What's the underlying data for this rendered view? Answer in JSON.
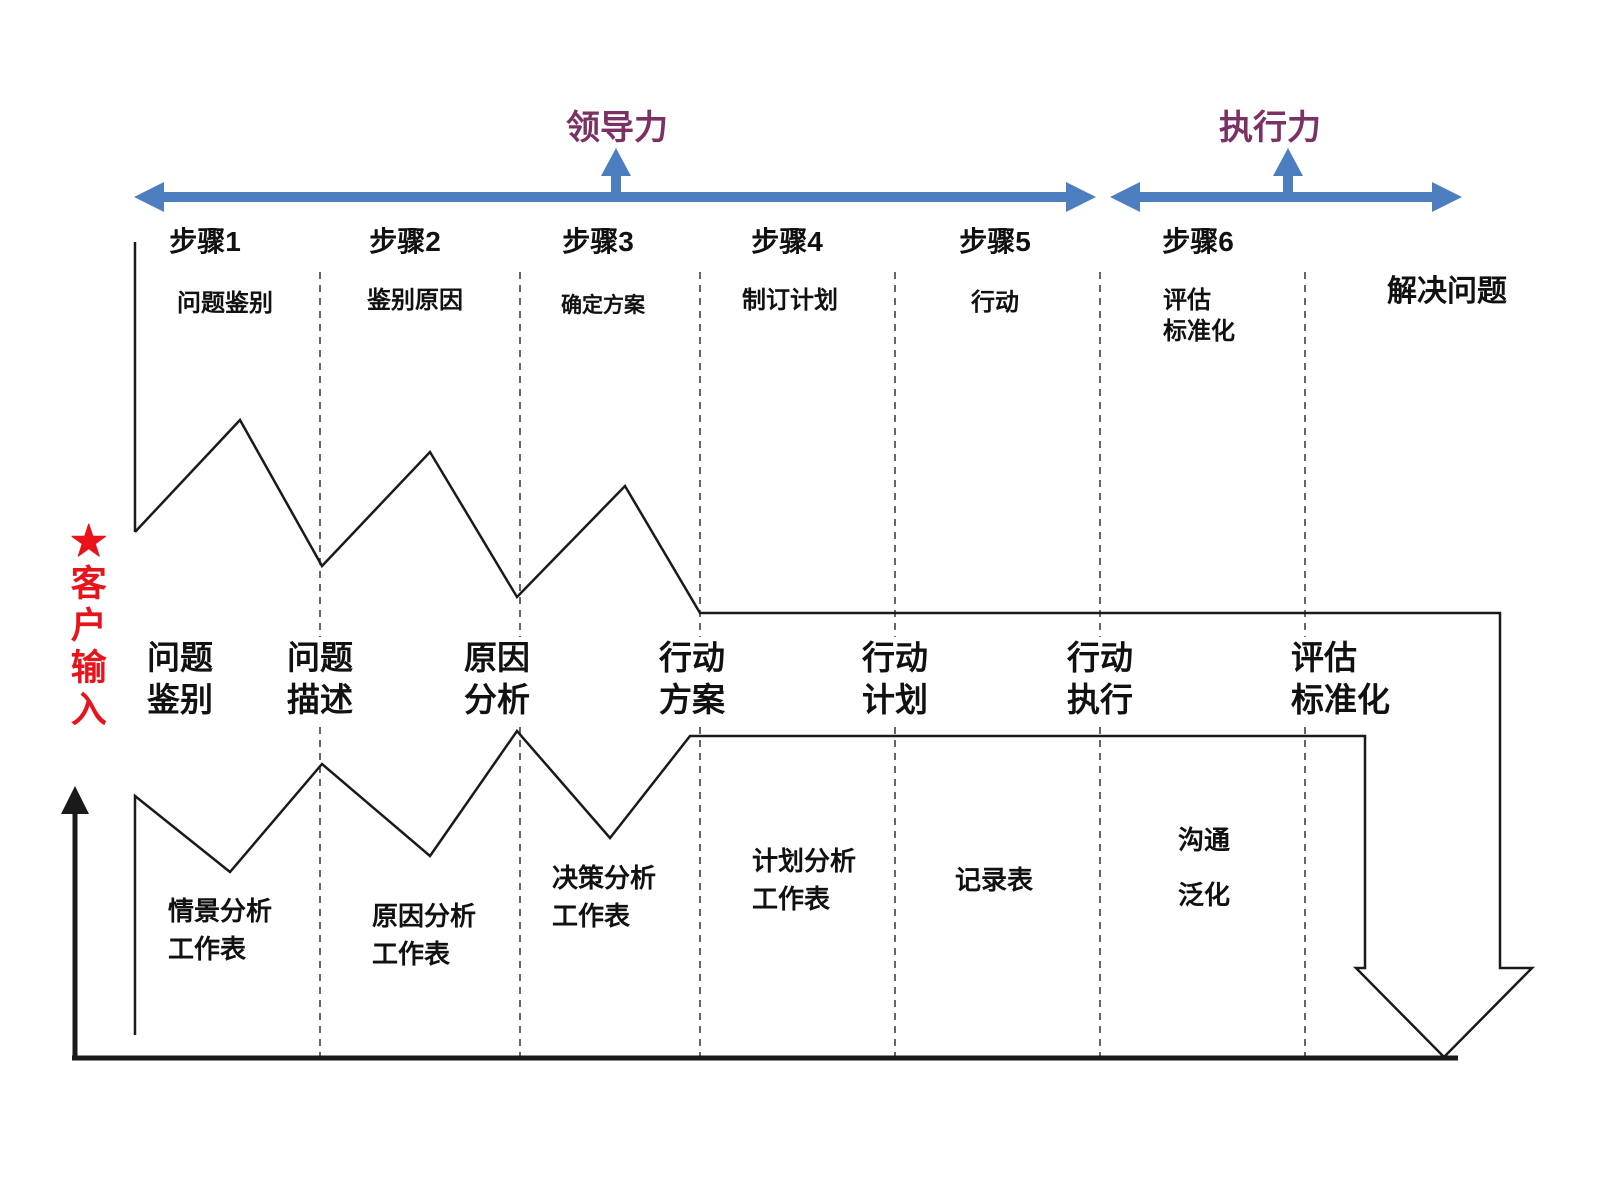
{
  "titles": {
    "leadership": "领导力",
    "execution": "执行力"
  },
  "steps": [
    {
      "label": "步骤1",
      "sub": "问题鉴别"
    },
    {
      "label": "步骤2",
      "sub": "鉴别原因"
    },
    {
      "label": "步骤3",
      "sub": "确定方案"
    },
    {
      "label": "步骤4",
      "sub": "制订计划"
    },
    {
      "label": "步骤5",
      "sub": "行动"
    },
    {
      "label": "步骤6",
      "sub": "评估\n标准化"
    }
  ],
  "result_label": "解决问题",
  "input_label": "★客户输入",
  "stages": [
    "问题\n鉴别",
    "问题\n描述",
    "原因\n分析",
    "行动\n方案",
    "行动\n计划",
    "行动\n执行",
    "评估\n标准化"
  ],
  "tools": [
    "情景分析\n工作表",
    "原因分析\n工作表",
    "决策分析\n工作表",
    "计划分析\n工作表",
    "记录表",
    "沟通",
    "泛化"
  ],
  "colors": {
    "arrow_blue": "#4d7ebf",
    "title_purple": "#7c3164",
    "input_red": "#e8131b",
    "line_black": "#1a1a1a"
  }
}
